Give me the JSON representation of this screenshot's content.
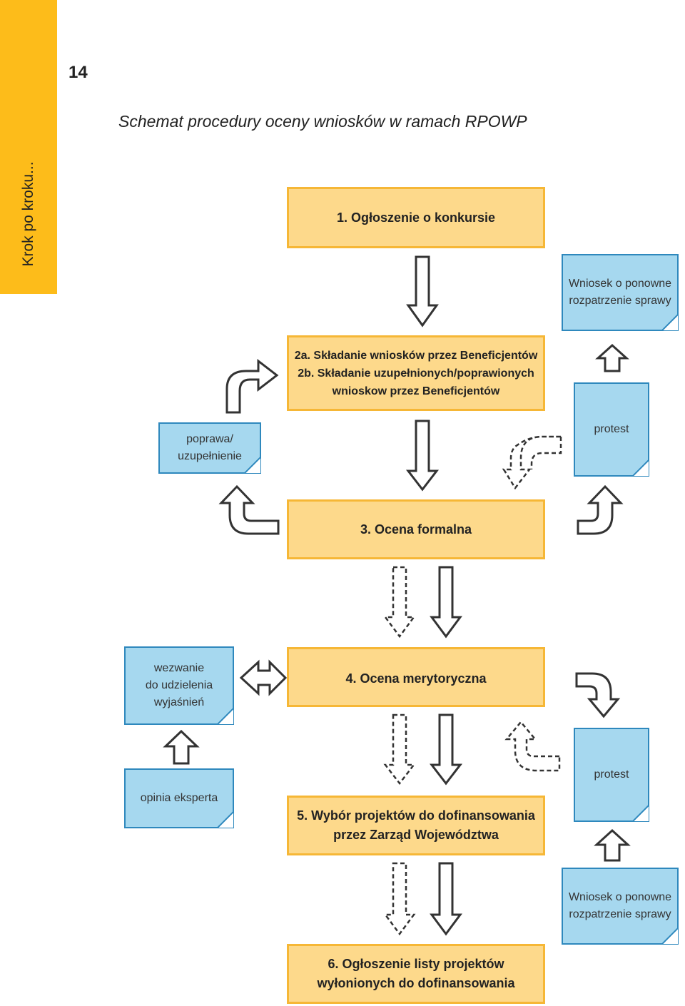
{
  "sidebar": {
    "label": "Krok po kroku..."
  },
  "page_number": "14",
  "title": "Schemat procedury oceny wniosków w ramach RPOWP",
  "steps": {
    "s1": [
      "1. Ogłoszenie o konkursie"
    ],
    "s2": [
      "2a. Składanie wniosków przez Beneficjentów",
      "2b. Składanie uzupełnionych/poprawionych",
      "wnioskow przez Beneficjentów"
    ],
    "s3": [
      "3. Ocena formalna"
    ],
    "s4": [
      "4. Ocena merytoryczna"
    ],
    "s5": [
      "5. Wybór projektów do dofinansowania",
      "przez Zarząd Województwa"
    ],
    "s6": [
      "6. Ogłoszenie listy projektów",
      "wyłonionych do dofinansowania"
    ]
  },
  "notes": {
    "wniosek_top": [
      "Wniosek o ponowne",
      "rozpatrzenie sprawy"
    ],
    "poprawa": [
      "poprawa/",
      "uzupełnienie"
    ],
    "protest_top": [
      "protest"
    ],
    "wezwanie": [
      "wezwanie",
      "do udzielenia",
      "wyjaśnień"
    ],
    "opinia": [
      "opinia eksperta"
    ],
    "protest_bottom": [
      "protest"
    ],
    "wniosek_bottom": [
      "Wniosek o ponowne",
      "rozpatrzenie sprawy"
    ]
  },
  "colors": {
    "sidebar": "#fdbc1a",
    "step_fill": "#fdd98b",
    "step_border": "#f6b736",
    "note_fill": "#a6d8ef",
    "note_border": "#2e88bd",
    "arrow_stroke": "#333333"
  }
}
